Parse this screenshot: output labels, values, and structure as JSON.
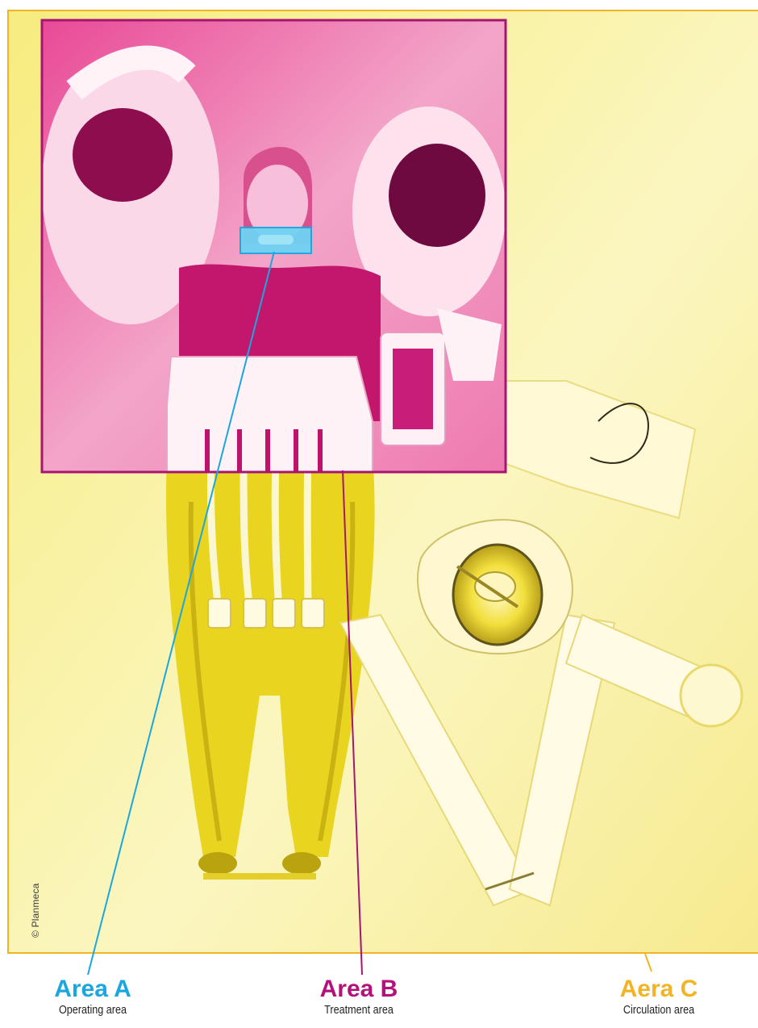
{
  "credit": "© Planmeca",
  "areas": {
    "a": {
      "title": "Area A",
      "subtitle": "Operating area",
      "color": "#1aa7e0"
    },
    "b": {
      "title": "Area B",
      "subtitle": "Treatment area",
      "color": "#b3127a"
    },
    "c": {
      "title": "Aera C",
      "subtitle": "Circulation area",
      "color": "#f2b427"
    }
  },
  "colors": {
    "background_yellow": "#f7ee8a",
    "treatment_magenta": "#e4338c",
    "operating_cyan": "#6fd3f3",
    "frame_orange": "#f2b427"
  }
}
